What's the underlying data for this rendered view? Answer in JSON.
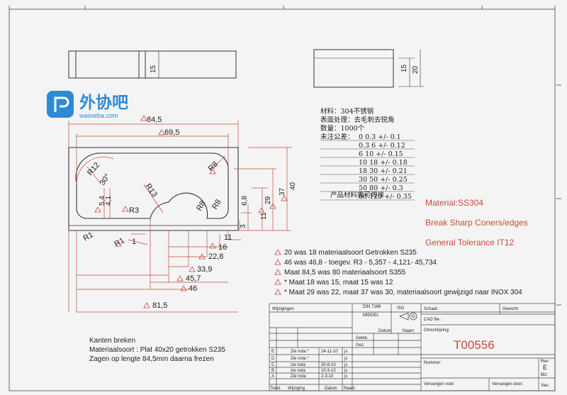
{
  "logo": {
    "name": "外协吧",
    "url": "waixieba.com"
  },
  "dims": {
    "top_15": "15",
    "right_15": "15",
    "right_20": "20",
    "d84_5": "84,5",
    "d69_5": "69,5",
    "r12": "R12",
    "a30": "30°",
    "r13": "R13",
    "r8a": "R8",
    "r8b": "R8",
    "r8c": "R8",
    "d5_4": "5,4",
    "d4_1": "4,1",
    "r3": "R3",
    "r1a": "R1",
    "r1b": "R1",
    "d1": "1",
    "d6_8": "6,8",
    "d29": "29",
    "d37": "37",
    "d40": "40",
    "d3": "3",
    "d11a": "11",
    "d11b": "11",
    "d16": "16",
    "d22_8": "22,8",
    "d33_9": "33,9",
    "d45_7": "45,7",
    "d46": "46",
    "d81_5": "81,5"
  },
  "spec": {
    "material": "材料：304不锈钢",
    "surface": "表面处理：去毛刺去锐角",
    "qty": "数量：1000个",
    "tol_title": "未注公差：",
    "tolerances": [
      "0   0.3  +/-  0.1",
      "0.3   6  +/-  0.12",
      "6   10  +/-  0.15",
      "10   18  +/-  0.18",
      "18   30  +/-  0.21",
      "30   50  +/-  0.25",
      "50   80  +/-  0.3",
      "80  120  +/-  0.35"
    ],
    "weld": "产品材料需可焊接"
  },
  "red_notes": [
    "Material:SS304",
    "Break Sharp Coners/edges",
    "General Tolerance IT12"
  ],
  "changes": [
    "20 was 18 materiaalsoort Getrokken S235",
    "46 was 46,8 - toegev. R3 - 5,357 - 4,121- 45,734",
    "Maat 84,5 was 80 materiaalsoort S355",
    "* Maat 18 was 15, maat 15 was 12",
    "* Maat 29 was 22, maat 37 was 30, materiaalsoort gewijzigd naar INOX 304"
  ],
  "notes": [
    "Kanten breken",
    "Materiaalsoort : Plat 40x20 getrokken S235",
    "Zagen op lengte 84,5mm daarna frezen"
  ],
  "titleblock": {
    "wijzigingen": "Wijzigingen",
    "din": "DIN 7168",
    "middel": "MIDDEL",
    "iso": "ISO",
    "schaal": "Schaal:",
    "gewicht": "Gewicht:",
    "cad": "CAD file :",
    "datum": "Datum",
    "naam": "Naam",
    "omschrijving": "Omschrijving:",
    "getek": "Getek.",
    "gez": "Gez.",
    "drawing_no": "T00556",
    "nummer": "Nummer:",
    "rev": "Rev :",
    "rev_val": "E",
    "blz": "Blz:",
    "van": "Van:",
    "vervangen_voor": "Vervangen voor:",
    "vervangen_door": "Vervangen door:",
    "toest": "Toest",
    "wijziging": "Wijziging",
    "datum2": "Datum",
    "naam2": "Naam",
    "revs": [
      {
        "letter": "E",
        "text": "Zie nota *",
        "date": "24-11-10",
        "init": "js"
      },
      {
        "letter": "D",
        "text": "Zie nota *",
        "date": "",
        "init": "js"
      },
      {
        "letter": "C",
        "text": "zie nota",
        "date": "30-8-10",
        "init": "js"
      },
      {
        "letter": "B",
        "text": "zie nota",
        "date": "10-3-10",
        "init": "js"
      },
      {
        "letter": "A",
        "text": "Zie nota",
        "date": "2-3-10",
        "init": "js"
      }
    ]
  }
}
